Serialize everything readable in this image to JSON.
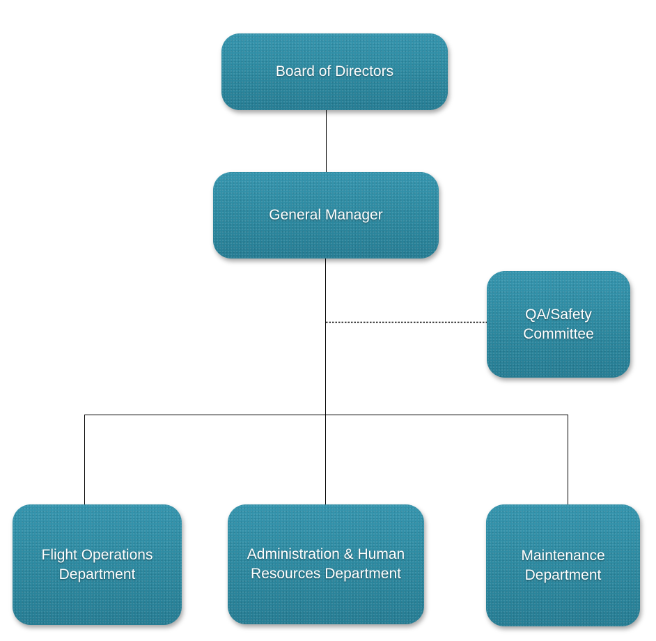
{
  "org_chart": {
    "nodes": {
      "board": "Board of Directors",
      "general_manager": "General Manager",
      "qa_safety": "QA/Safety\nCommittee",
      "flight_operations": "Flight Operations\nDepartment",
      "admin_hr": "Administration & Human\nResources Department",
      "maintenance": "Maintenance\nDepartment"
    },
    "relations": [
      {
        "from": "board",
        "to": "general_manager",
        "line": "solid"
      },
      {
        "from": "general_manager",
        "to": "qa_safety",
        "line": "dotted"
      },
      {
        "from": "general_manager",
        "to": "flight_operations",
        "line": "solid"
      },
      {
        "from": "general_manager",
        "to": "admin_hr",
        "line": "solid"
      },
      {
        "from": "general_manager",
        "to": "maintenance",
        "line": "solid"
      }
    ],
    "colors": {
      "box_fill": "#2e8ca6",
      "box_text": "#ffffff",
      "connector": "#000000"
    }
  }
}
